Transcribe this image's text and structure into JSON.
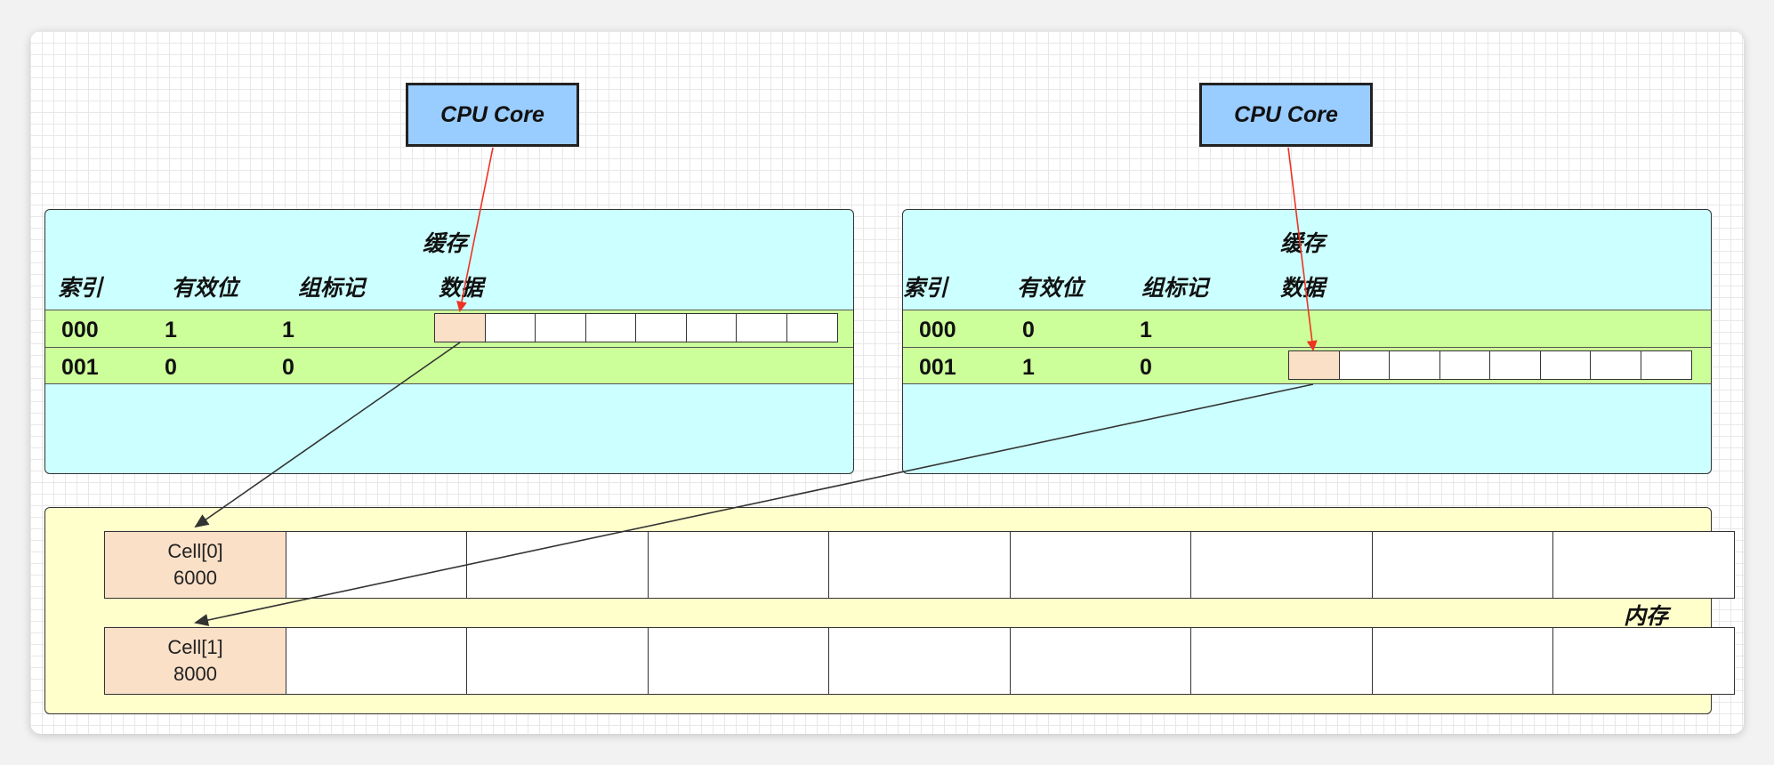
{
  "cpu_left": {
    "label": "CPU Core"
  },
  "cpu_right": {
    "label": "CPU Core"
  },
  "cache_left": {
    "title": "缓存",
    "headers": {
      "index": "索引",
      "valid": "有效位",
      "tag": "组标记",
      "data": "数据"
    },
    "rows": [
      {
        "index": "000",
        "valid": "1",
        "tag": "1"
      },
      {
        "index": "001",
        "valid": "0",
        "tag": "0"
      }
    ]
  },
  "cache_right": {
    "title": "缓存",
    "headers": {
      "index": "索引",
      "valid": "有效位",
      "tag": "组标记",
      "data": "数据"
    },
    "rows": [
      {
        "index": "000",
        "valid": "0",
        "tag": "1"
      },
      {
        "index": "001",
        "valid": "1",
        "tag": "0"
      }
    ]
  },
  "memory": {
    "label": "内存",
    "cells": [
      {
        "name": "Cell[0]",
        "value": "6000"
      },
      {
        "name": "Cell[1]",
        "value": "8000"
      }
    ]
  },
  "colors": {
    "cpu": "#99ccff",
    "cache": "#ccffff",
    "cache_line": "#ccff99",
    "cell_highlight": "#fbe0c8",
    "memory": "#ffffcc",
    "arrow_red": "#ee3322",
    "arrow_dark": "#333333"
  }
}
